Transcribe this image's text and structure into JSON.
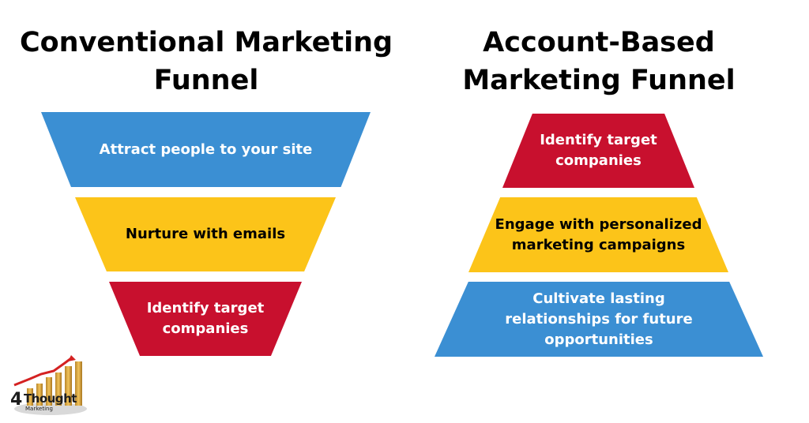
{
  "colors": {
    "blue": "#3b8fd3",
    "yellow": "#fcc419",
    "red": "#c8102e",
    "text_dark": "#000000",
    "text_light": "#ffffff"
  },
  "conventional": {
    "title": "Conventional Marketing Funnel",
    "tiers": [
      {
        "label": "Attract people to your site",
        "color": "blue"
      },
      {
        "label": "Nurture with emails",
        "color": "yellow"
      },
      {
        "label": "Identify target companies",
        "color": "red"
      }
    ]
  },
  "abm": {
    "title": "Account-Based Marketing Funnel",
    "tiers": [
      {
        "label": "Identify target companies",
        "color": "red"
      },
      {
        "label": "Engage with personalized marketing campaigns",
        "color": "yellow"
      },
      {
        "label": "Cultivate lasting relationships for future opportunities",
        "color": "blue"
      }
    ]
  },
  "logo": {
    "number": "4",
    "word": "Thought",
    "sub": "Marketing",
    "icon": "rising-bar-chart-arrow-icon"
  }
}
